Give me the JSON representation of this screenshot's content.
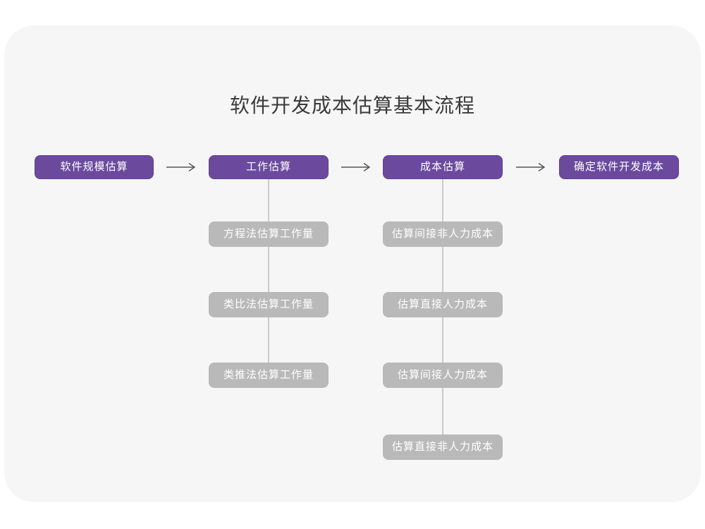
{
  "page": {
    "title": "软件开发成本估算基本流程"
  },
  "colors": {
    "node_purple": "#6b4a9e",
    "node_purple_border": "#5e4090",
    "node_gray": "#b9b9b9",
    "canvas_bg": "#f6f6f6",
    "connector": "#cccccc",
    "arrow": "#555555",
    "title_color": "#3a3a3a"
  },
  "flow": {
    "main_nodes": [
      {
        "label": "软件规模估算"
      },
      {
        "label": "工作估算"
      },
      {
        "label": "成本估算"
      },
      {
        "label": "确定软件开发成本"
      }
    ],
    "work_substeps": [
      "方程法估算工作量",
      "类比法估算工作量",
      "类推法估算工作量"
    ],
    "cost_substeps": [
      "估算间接非人力成本",
      "估算直接人力成本",
      "估算间接人力成本",
      "估算直接非人力成本"
    ]
  }
}
